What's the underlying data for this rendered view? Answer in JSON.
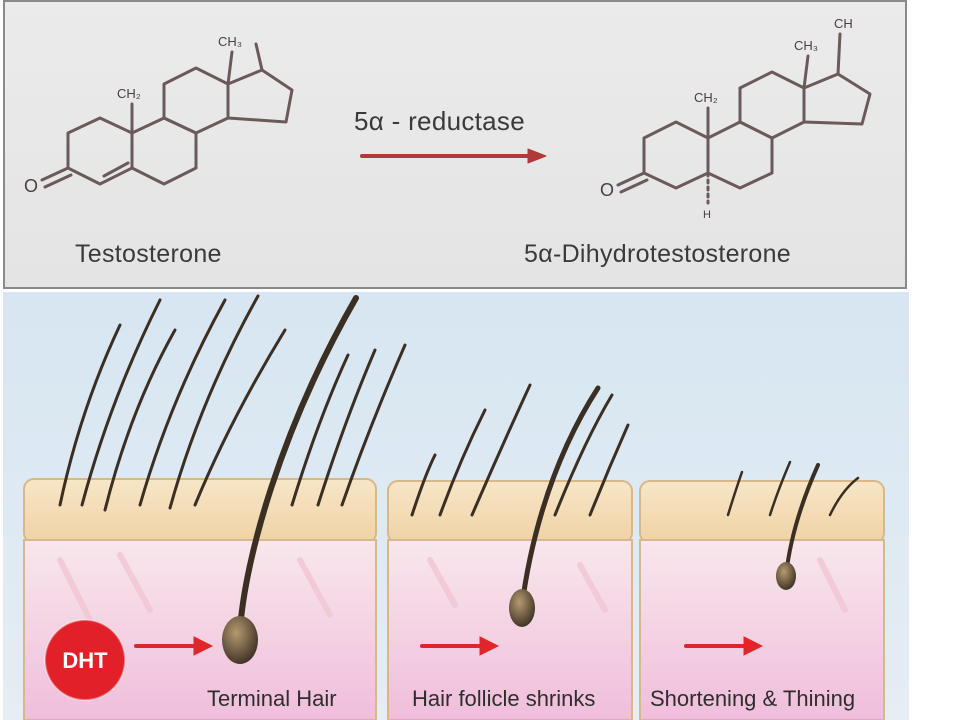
{
  "reaction": {
    "enzyme_label": "5α - reductase",
    "reactant": {
      "name": "Testosterone",
      "atom_labels": {
        "methyl_upper": "CH₃",
        "methyl_lower": "CH₂",
        "carbonyl": "O"
      }
    },
    "product": {
      "name": "5α-Dihydrotestosterone",
      "atom_labels": {
        "side": "CH",
        "methyl_upper": "CH₃",
        "methyl_lower": "CH₂",
        "carbonyl": "O",
        "hydrogen": "H"
      }
    }
  },
  "stages": [
    {
      "caption": "Terminal Hair"
    },
    {
      "caption": "Hair follicle shrinks"
    },
    {
      "caption": "Shortening & Thining"
    }
  ],
  "badge": {
    "label": "DHT"
  },
  "colors": {
    "arrow": "#e0262a",
    "badge": "#e1202a",
    "bond": "#6b5a5a",
    "reaction_arrow": "#b03a3a",
    "skin_top": "#f6dfb9",
    "skin_bottom": "#f2bfd9",
    "hair": "#3b2e22"
  }
}
